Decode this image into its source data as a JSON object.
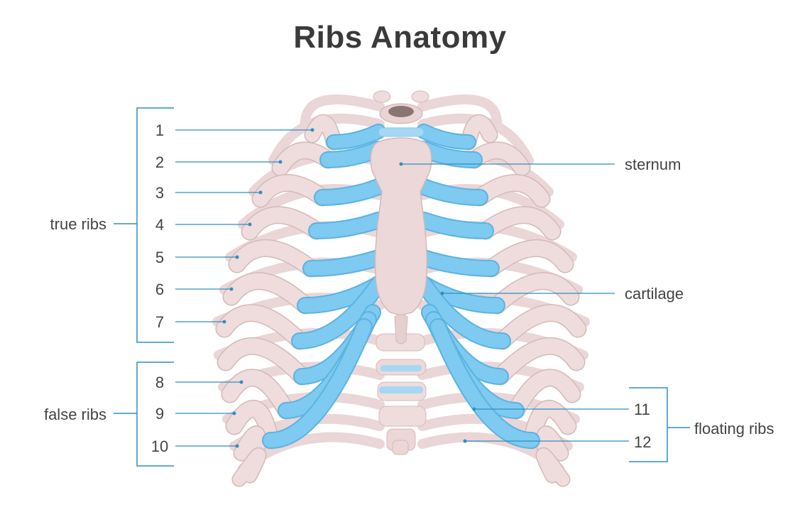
{
  "title": "Ribs Anatomy",
  "colors": {
    "bone": "#efdcdc",
    "bone_edge": "#d4b9b9",
    "cartilage": "#7ecaf0",
    "cartilage_edge": "#5ab3e3",
    "leader": "#2f8fc0",
    "text": "#444444"
  },
  "ribs_left": [
    "1",
    "2",
    "3",
    "4",
    "5",
    "6",
    "7",
    "8",
    "9",
    "10"
  ],
  "ribs_right": [
    "11",
    "12"
  ],
  "groups": {
    "true_ribs": "true ribs",
    "false_ribs": "false ribs",
    "floating_ribs": "floating ribs"
  },
  "structures": {
    "sternum": "sternum",
    "cartilage": "cartilage"
  }
}
